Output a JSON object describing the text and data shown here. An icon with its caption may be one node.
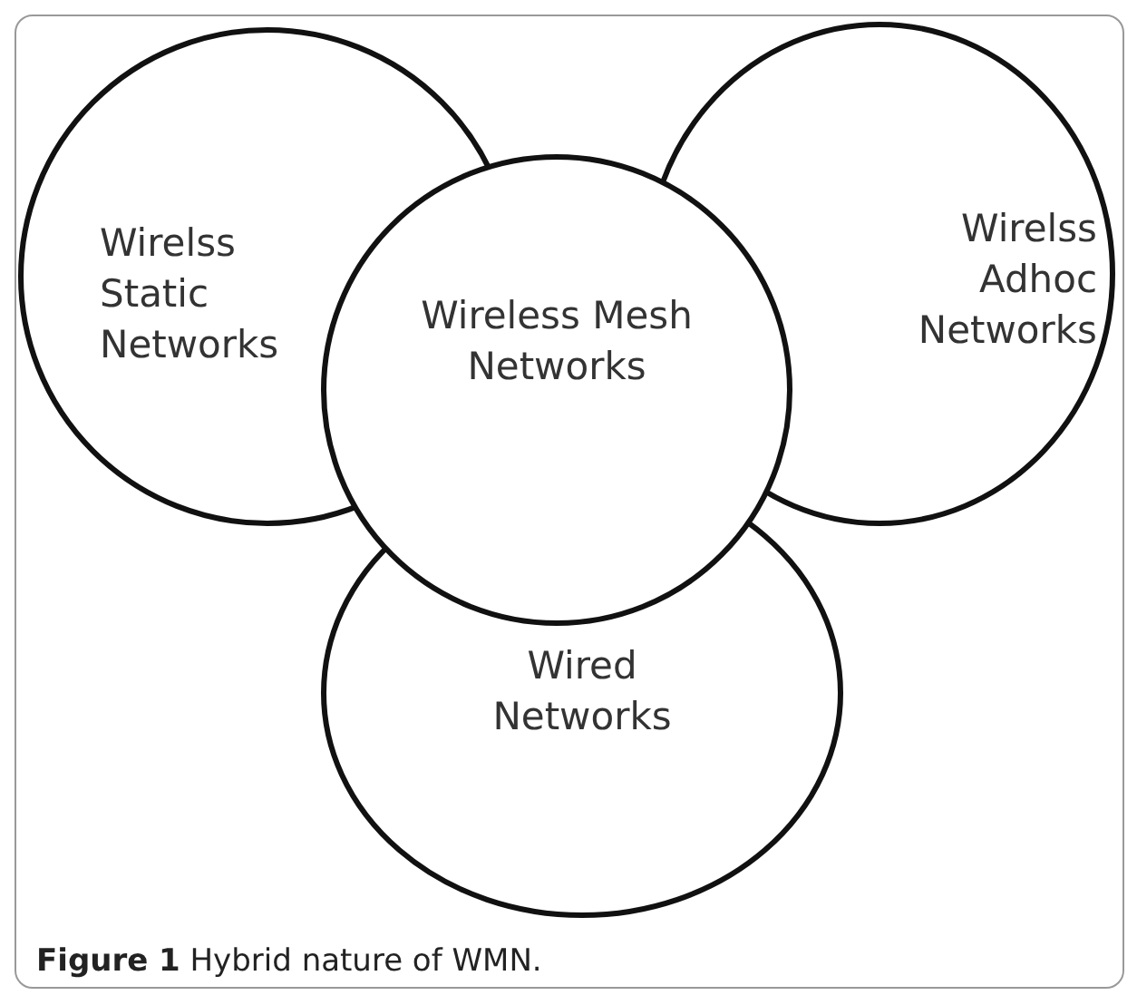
{
  "diagram": {
    "caption": "**Figure 1** Hybrid nature of WMN.",
    "nodes": [
      {
        "text": [
          "Wirelss Static Networks"
        ]
      },
      {
        "text": [
          "Wireless Mesh Networks"
        ]
      },
      {
        "text": [
          "Wirelss Adhoc Networks"
        ]
      },
      {
        "text": [
          "Wired Networks"
        ]
      }
    ]
  }
}
